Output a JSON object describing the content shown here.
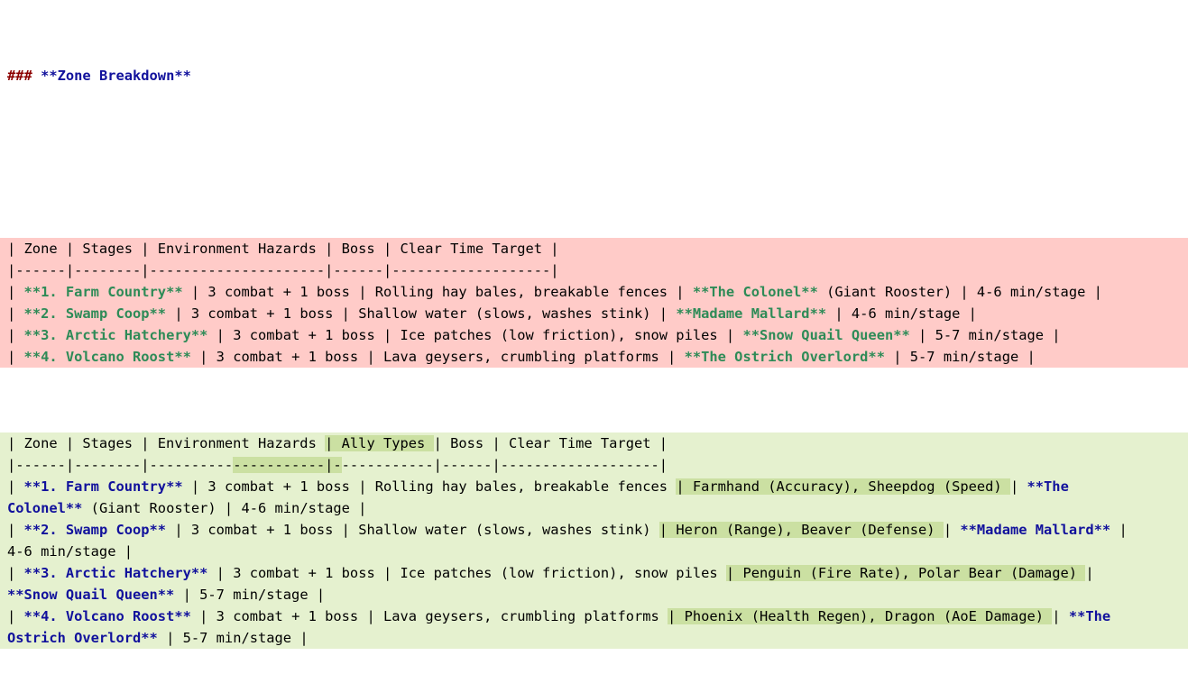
{
  "heading": {
    "hashes": "### ",
    "title": "**Zone Breakdown**"
  },
  "colors": {
    "removed_line_bg": "#ffcbc8",
    "added_line_bg": "#e5f1cf",
    "added_word_highlight_bg": "#cbe0a2",
    "removed_bold_text": "#2e8b57",
    "added_bold_text": "#11119c",
    "heading_hash_text": "#8b0000",
    "body_text": "#000000"
  },
  "diff": {
    "removed_block": {
      "lines": [
        [
          {
            "s": "n",
            "t": "| Zone | Stages | Environment Hazards | Boss | Clear Time Target |"
          }
        ],
        [
          {
            "s": "n",
            "t": "|------|--------|---------------------|------|-------------------|"
          }
        ],
        [
          {
            "s": "n",
            "t": "| "
          },
          {
            "s": "bg",
            "t": "**1. Farm Country**"
          },
          {
            "s": "n",
            "t": " | 3 combat + 1 boss | Rolling hay bales, breakable fences | "
          },
          {
            "s": "bg",
            "t": "**The Colonel**"
          },
          {
            "s": "n",
            "t": " (Giant Rooster) | 4-6 min/stage |"
          }
        ],
        [
          {
            "s": "n",
            "t": "| "
          },
          {
            "s": "bg",
            "t": "**2. Swamp Coop**"
          },
          {
            "s": "n",
            "t": " | 3 combat + 1 boss | Shallow water (slows, washes stink) | "
          },
          {
            "s": "bg",
            "t": "**Madame Mallard**"
          },
          {
            "s": "n",
            "t": " | 4-6 min/stage |"
          }
        ],
        [
          {
            "s": "n",
            "t": "| "
          },
          {
            "s": "bg",
            "t": "**3. Arctic Hatchery**"
          },
          {
            "s": "n",
            "t": " | 3 combat + 1 boss | Ice patches (low friction), snow piles | "
          },
          {
            "s": "bg",
            "t": "**Snow Quail Queen**"
          },
          {
            "s": "n",
            "t": " | 5-7 min/stage |"
          }
        ],
        [
          {
            "s": "n",
            "t": "| "
          },
          {
            "s": "bg",
            "t": "**4. Volcano Roost**"
          },
          {
            "s": "n",
            "t": " | 3 combat + 1 boss | Lava geysers, crumbling platforms | "
          },
          {
            "s": "bg",
            "t": "**The Ostrich Overlord**"
          },
          {
            "s": "n",
            "t": " | 5-7 min/stage |"
          }
        ]
      ]
    },
    "added_block": {
      "lines": [
        [
          {
            "s": "n",
            "t": "| Zone | Stages | Environment Hazards "
          },
          {
            "s": "hl",
            "t": "| Ally Types "
          },
          {
            "s": "n",
            "t": "| Boss | Clear Time Target |"
          }
        ],
        [
          {
            "s": "n",
            "t": "|------|--------|----------"
          },
          {
            "s": "hl",
            "t": "-----------|-"
          },
          {
            "s": "n",
            "t": "-----------|------|-------------------|"
          }
        ],
        [
          {
            "s": "n",
            "t": "| "
          },
          {
            "s": "bn",
            "t": "**1. Farm Country**"
          },
          {
            "s": "n",
            "t": " | 3 combat + 1 boss | Rolling hay bales, breakable fences "
          },
          {
            "s": "hl",
            "t": "| Farmhand (Accuracy), Sheepdog (Speed) "
          },
          {
            "s": "n",
            "t": "| "
          },
          {
            "s": "bn",
            "t": "**The"
          }
        ],
        [
          {
            "s": "bn",
            "t": "Colonel**"
          },
          {
            "s": "n",
            "t": " (Giant Rooster) | 4-6 min/stage |"
          }
        ],
        [
          {
            "s": "n",
            "t": "| "
          },
          {
            "s": "bn",
            "t": "**2. Swamp Coop**"
          },
          {
            "s": "n",
            "t": " | 3 combat + 1 boss | Shallow water (slows, washes stink) "
          },
          {
            "s": "hl",
            "t": "| Heron (Range), Beaver (Defense) "
          },
          {
            "s": "n",
            "t": "| "
          },
          {
            "s": "bn",
            "t": "**Madame Mallard**"
          },
          {
            "s": "n",
            "t": " |"
          }
        ],
        [
          {
            "s": "n",
            "t": "4-6 min/stage |"
          }
        ],
        [
          {
            "s": "n",
            "t": "| "
          },
          {
            "s": "bn",
            "t": "**3. Arctic Hatchery**"
          },
          {
            "s": "n",
            "t": " | 3 combat + 1 boss | Ice patches (low friction), snow piles "
          },
          {
            "s": "hl",
            "t": "| Penguin (Fire Rate), Polar Bear (Damage) "
          },
          {
            "s": "n",
            "t": "|"
          }
        ],
        [
          {
            "s": "bn",
            "t": "**Snow Quail Queen**"
          },
          {
            "s": "n",
            "t": " | 5-7 min/stage |"
          }
        ],
        [
          {
            "s": "n",
            "t": "| "
          },
          {
            "s": "bn",
            "t": "**4. Volcano Roost**"
          },
          {
            "s": "n",
            "t": " | 3 combat + 1 boss | Lava geysers, crumbling platforms "
          },
          {
            "s": "hl",
            "t": "| Phoenix (Health Regen), Dragon (AoE Damage) "
          },
          {
            "s": "n",
            "t": "| "
          },
          {
            "s": "bn",
            "t": "**The"
          }
        ],
        [
          {
            "s": "bn",
            "t": "Ostrich Overlord**"
          },
          {
            "s": "n",
            "t": " | 5-7 min/stage |"
          }
        ]
      ]
    }
  }
}
